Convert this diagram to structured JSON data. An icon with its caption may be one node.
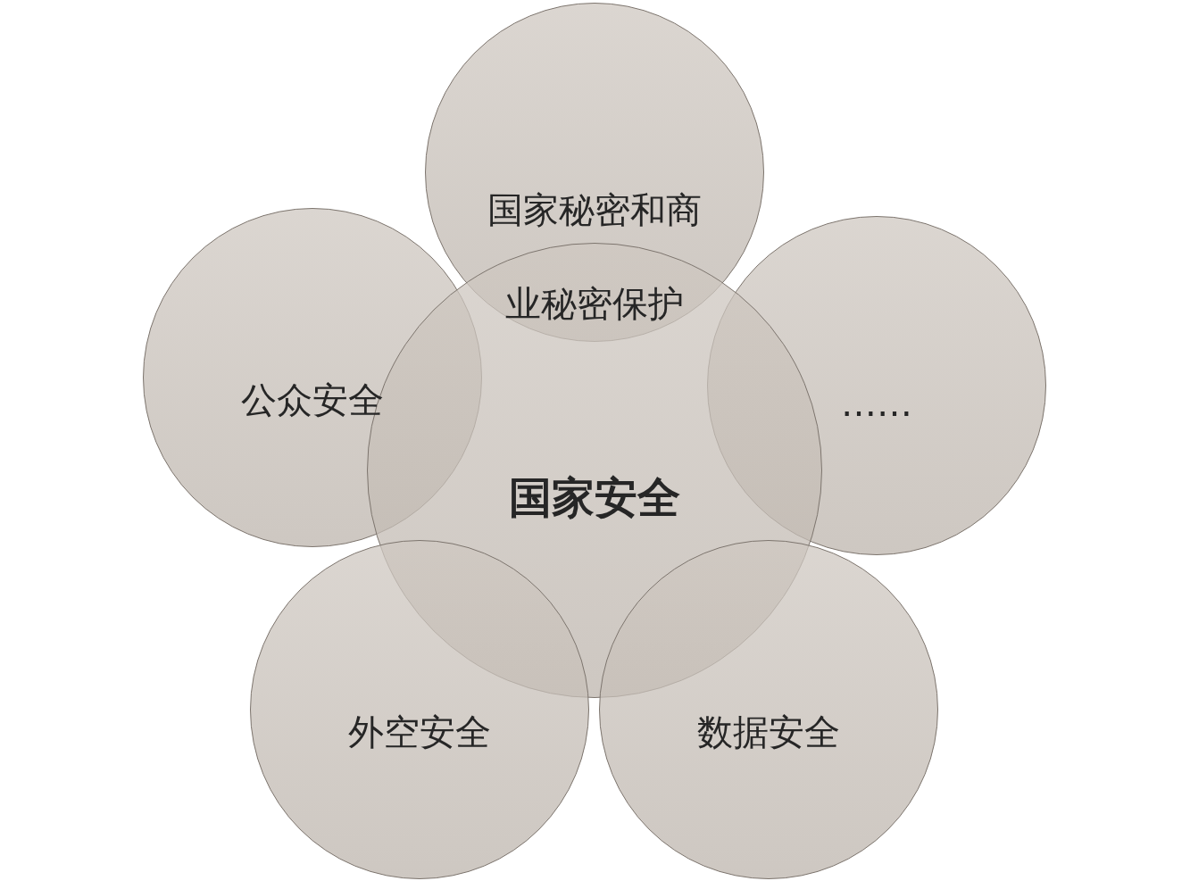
{
  "diagram": {
    "nodes": [
      {
        "text": [
          "国家秘密和商业秘密保护"
        ]
      },
      {
        "text": [
          "公众安全"
        ]
      },
      {
        "text": [
          "……"
        ]
      },
      {
        "text": [
          "国家安全"
        ]
      },
      {
        "text": [
          "外空安全"
        ]
      },
      {
        "text": [
          "数据安全"
        ]
      }
    ]
  }
}
